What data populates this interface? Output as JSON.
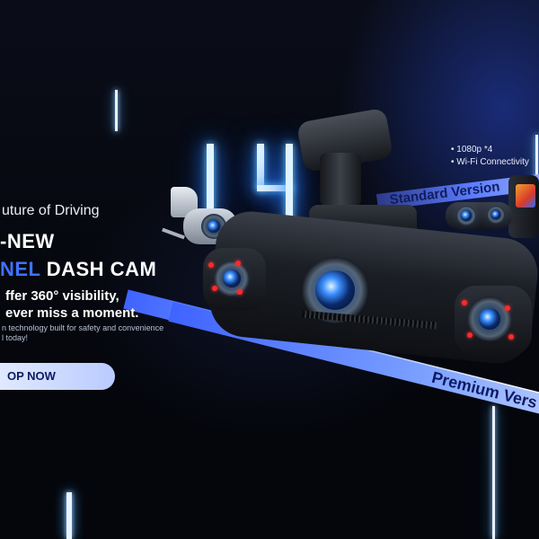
{
  "hero": {
    "tagline": "uture of Driving",
    "headline_line1": "-NEW",
    "headline_accent": "NEL",
    "headline_rest": " DASH CAM",
    "sub_line1": "ffer 360° visibility,",
    "sub_line2": "ever miss a moment.",
    "small_line1": "n technology built for safety and convenience",
    "small_line2": "l today!",
    "shop_button": "OP NOW"
  },
  "banners": {
    "standard": "Standard Version",
    "premium_1": "Premium Version",
    "premium_2": "Premium Vers"
  },
  "specs": {
    "item1": "1080p *4",
    "item2": "Wi-Fi Connectivity"
  },
  "colors": {
    "accent": "#3e73ff",
    "banner": "#6f8dff",
    "background": "#05070d"
  }
}
